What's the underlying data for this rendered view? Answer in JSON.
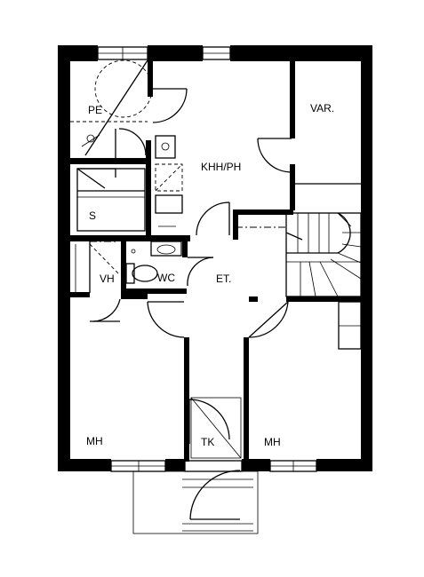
{
  "rooms": {
    "pe": "PE",
    "var": "VAR.",
    "khh_ph": "KHH/PH",
    "s": "S",
    "vh": "VH",
    "wc": "WC",
    "et": "ET.",
    "mh_left": "MH",
    "tk": "TK",
    "mh_right": "MH"
  }
}
